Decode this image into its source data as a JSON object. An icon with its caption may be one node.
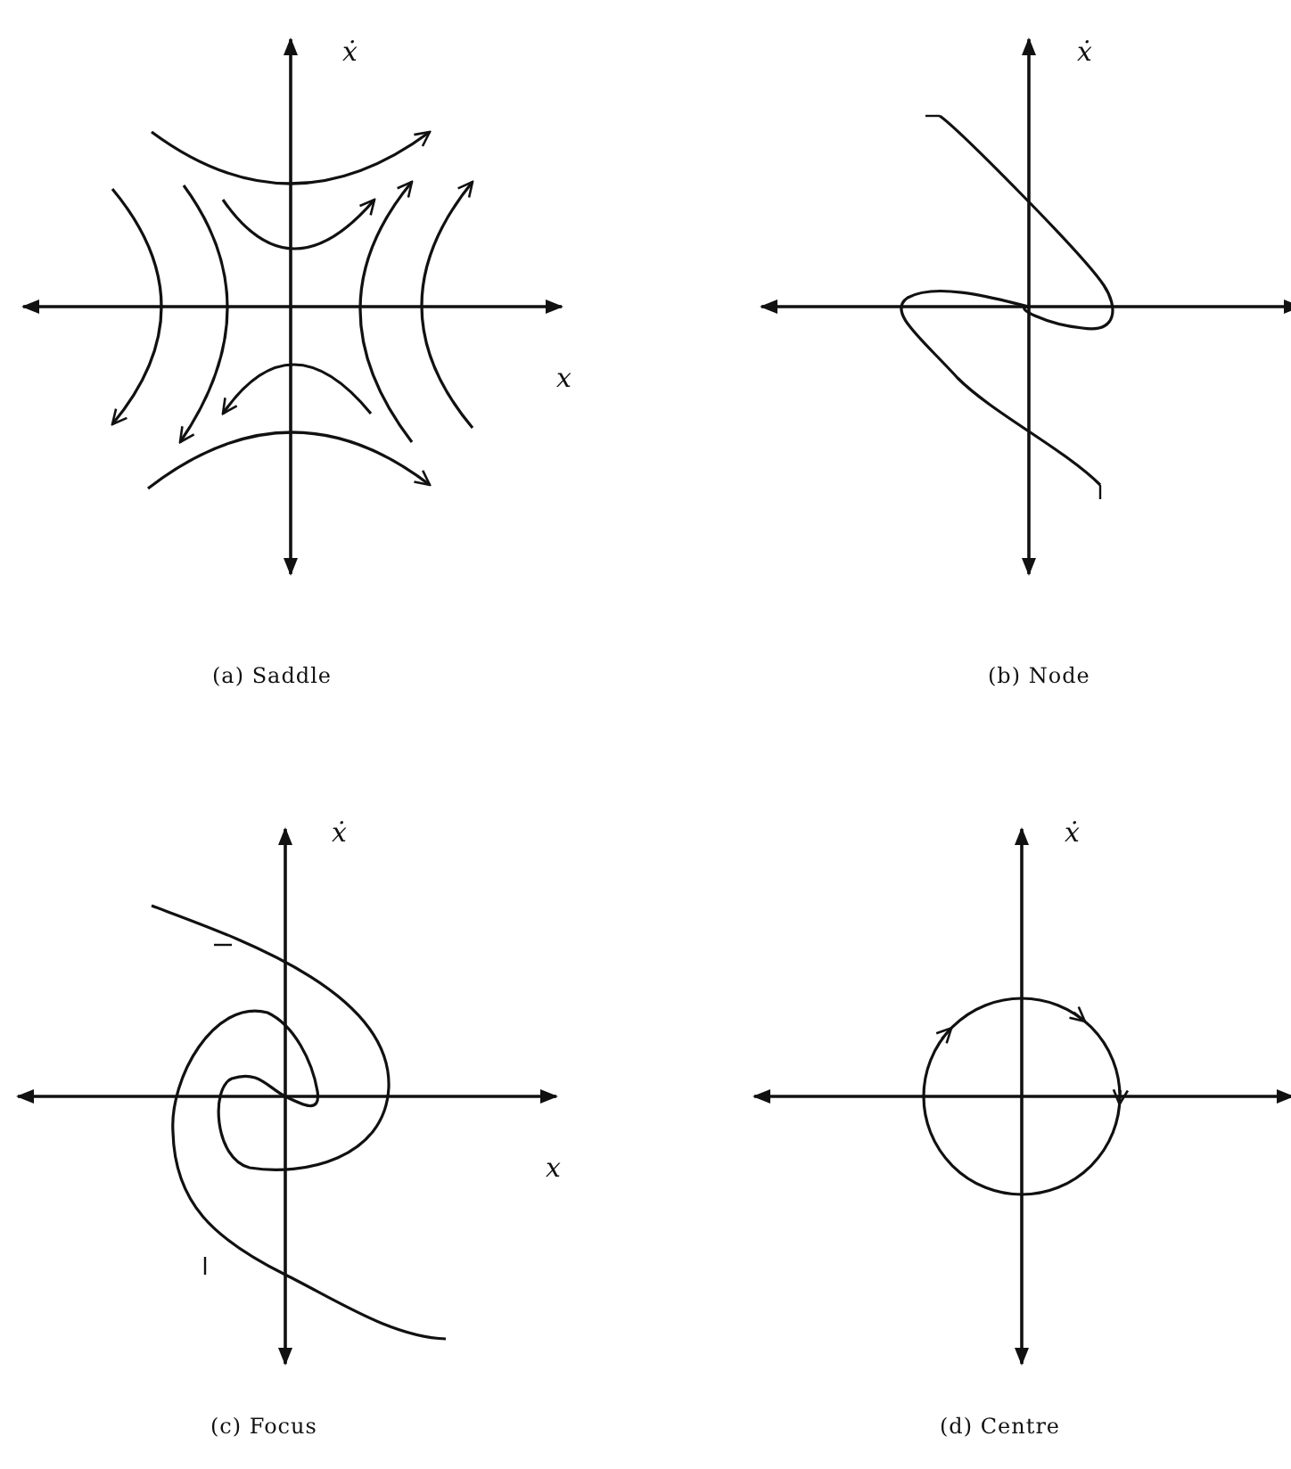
{
  "diagram": {
    "labels": [
      "ẋ",
      "x",
      "(a) Saddle",
      "ẋ",
      "(b) Node",
      "ẋ",
      "x",
      "(c) Focus",
      "ẋ",
      "(d) Centre"
    ]
  }
}
